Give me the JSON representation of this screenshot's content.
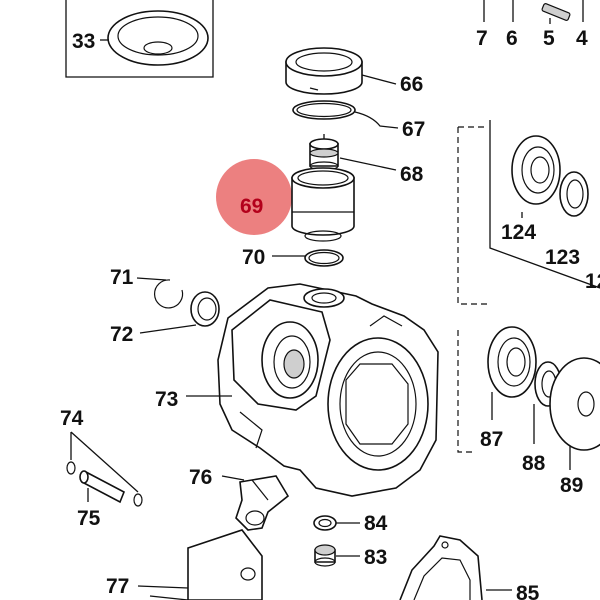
{
  "diagram": {
    "labels": {
      "p33": "33",
      "p7": "7",
      "p6": "6",
      "p5": "5",
      "p4": "4",
      "p66": "66",
      "p67": "67",
      "p68": "68",
      "p69": "69",
      "p70": "70",
      "p71": "71",
      "p72": "72",
      "p73": "73",
      "p74": "74",
      "p75": "75",
      "p76": "76",
      "p77": "77",
      "p83": "83",
      "p84": "84",
      "p85": "85",
      "p87": "87",
      "p88": "88",
      "p89": "89",
      "p123": "123",
      "p124": "124",
      "p12x": "12"
    },
    "highlight_color": "#e96a6a",
    "highlight_label_color": "#b3001b",
    "line_color": "#111111"
  }
}
